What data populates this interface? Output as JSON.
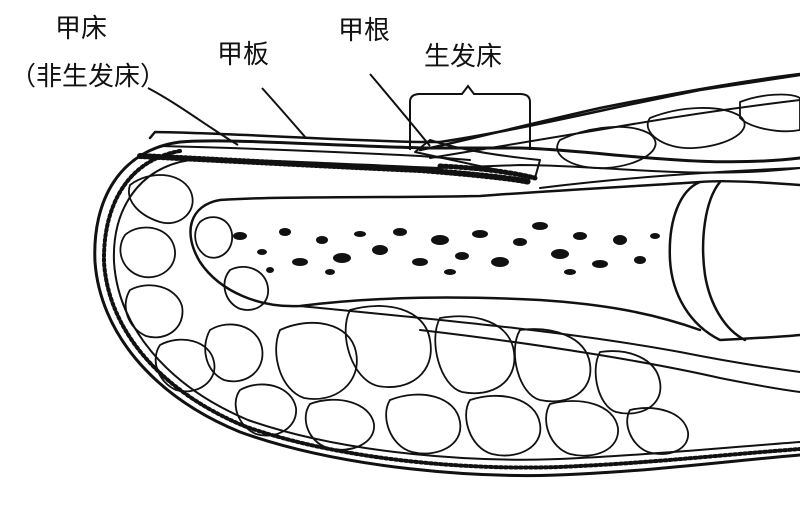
{
  "labels": {
    "nail_bed": "甲床",
    "nail_bed_sub": "（非生发床）",
    "nail_plate": "甲板",
    "nail_root": "甲根",
    "germinal_matrix": "生发床"
  },
  "colors": {
    "ink": "#111111",
    "paper": "#ffffff"
  }
}
